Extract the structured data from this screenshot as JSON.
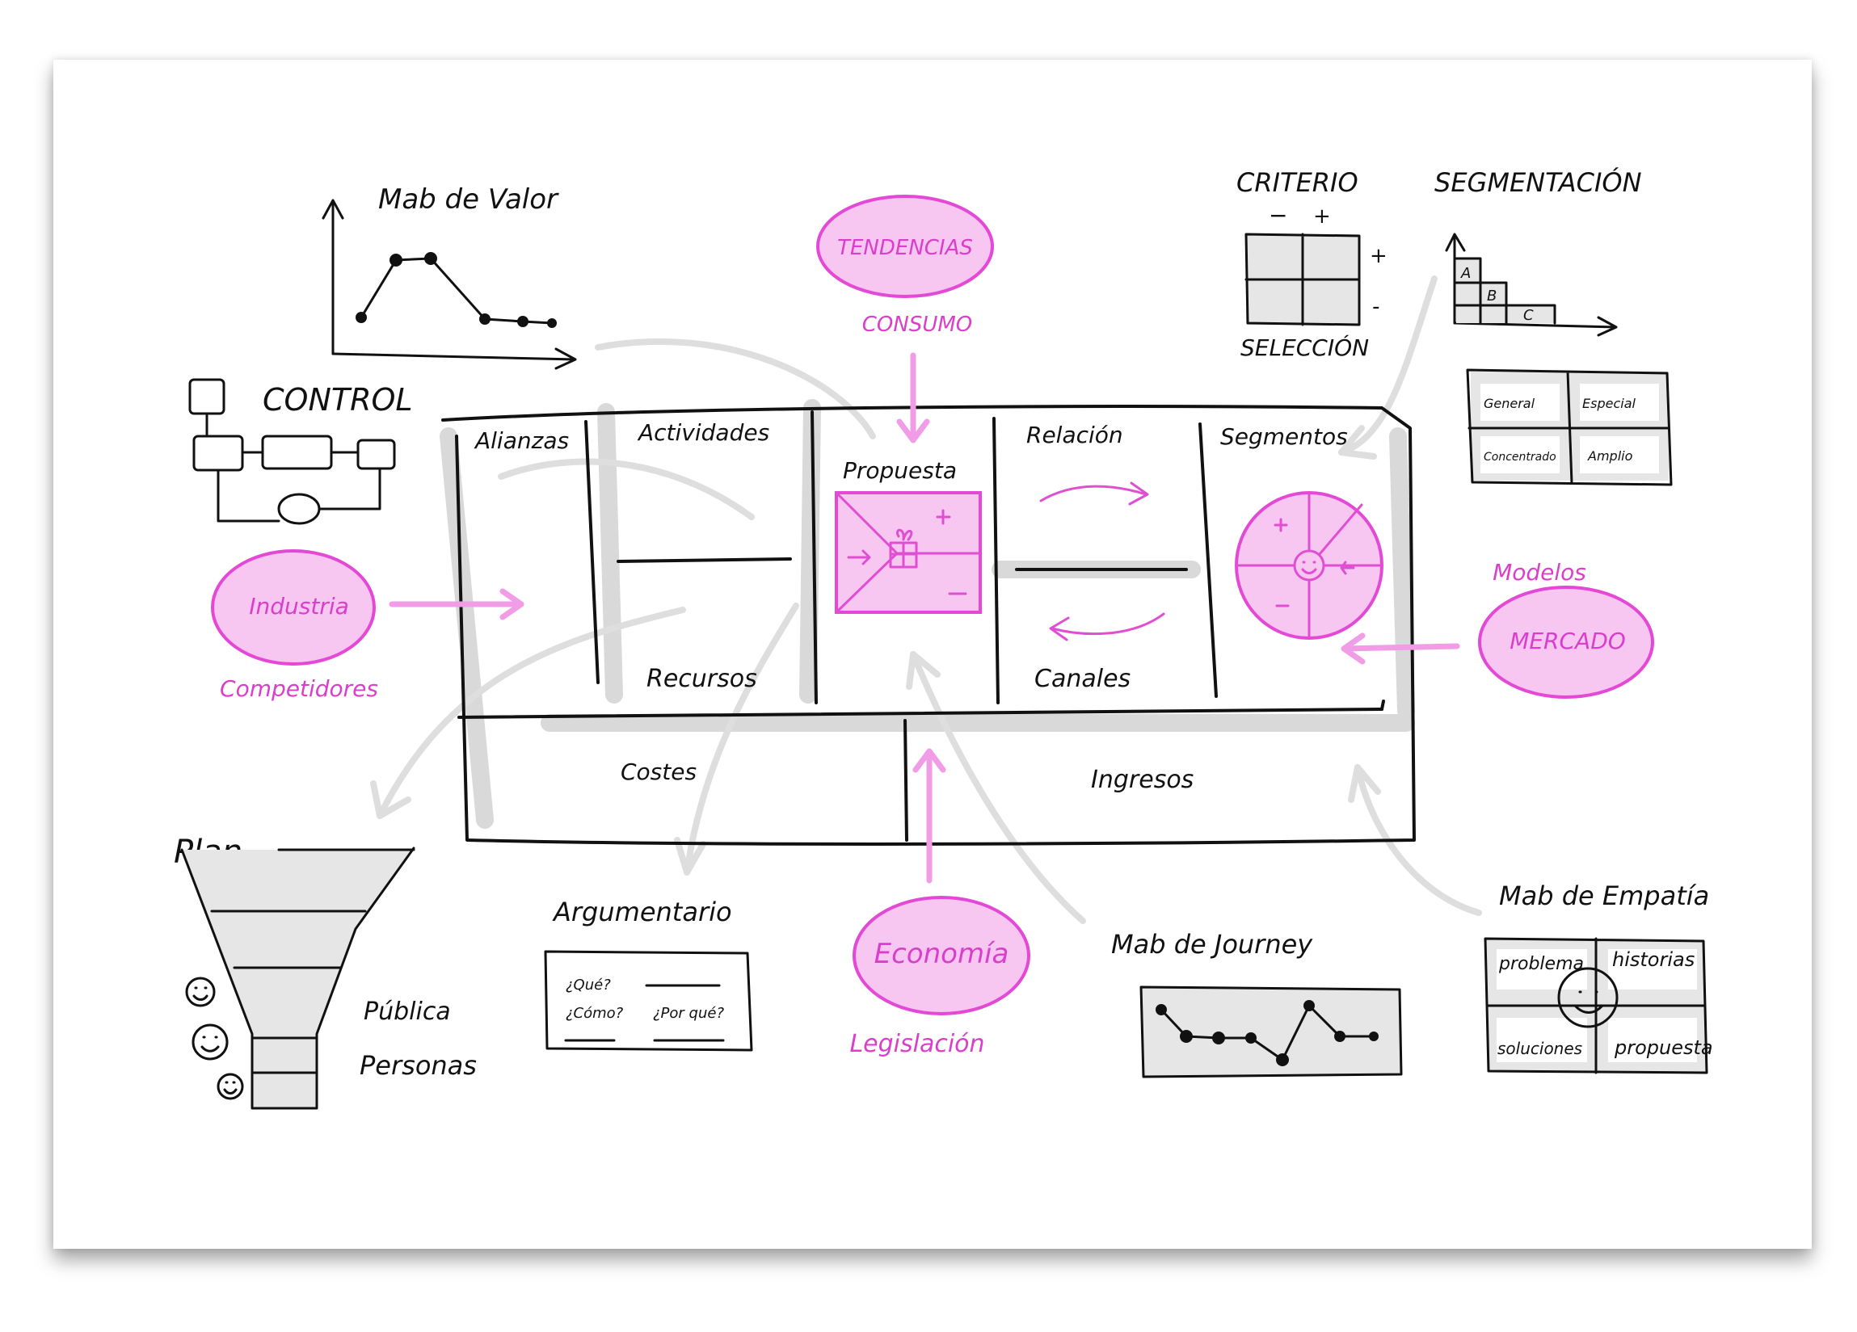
{
  "canvas": {
    "top_left": {
      "value_map_title": "Mab de Valor",
      "chart_label": "CONTROL"
    },
    "segmentation": {
      "matrix_title": "CRITERIO",
      "matrix_minus": "−",
      "matrix_plus": "+",
      "matrix_right_plus": "+",
      "matrix_right_minus": "-",
      "matrix_bottom": "SELECCIÓN",
      "steps_title": "SEGMENTACIÓN",
      "steps": [
        "A",
        "B",
        "C"
      ],
      "grid": [
        "General",
        "Especial",
        "Concentrado",
        "Amplio"
      ]
    },
    "canvas_blocks": {
      "partners": "Alianzas",
      "activities": "Actividades",
      "resources": "Recursos",
      "value_proposition": "Propuesta",
      "relationship": "Relación",
      "channels": "Canales",
      "segments": "Segmentos",
      "costs": "Costes",
      "revenue": "Ingresos"
    },
    "pink_bubbles": {
      "trends": "TENDENCIAS",
      "trends_sub": "CONSUMO",
      "industry": "Industria",
      "industry_sub": "Competidores",
      "market": "MERCADO",
      "market_sub": "Modelos",
      "economy": "Economía",
      "economy_sub": "Legislación"
    },
    "bottom": {
      "plan": "Plan",
      "funnel_label_1": "Pública",
      "funnel_label_2": "Personas",
      "arguments_title": "Argumentario",
      "arguments_cells": [
        "¿Qué?",
        "¿Cómo?",
        "¿Por qué?"
      ],
      "journey_title": "Mab de Journey",
      "empathy_title": "Mab de Empatía",
      "empathy_cells": [
        "problema",
        "historias",
        "soluciones",
        "propuesta"
      ]
    }
  }
}
